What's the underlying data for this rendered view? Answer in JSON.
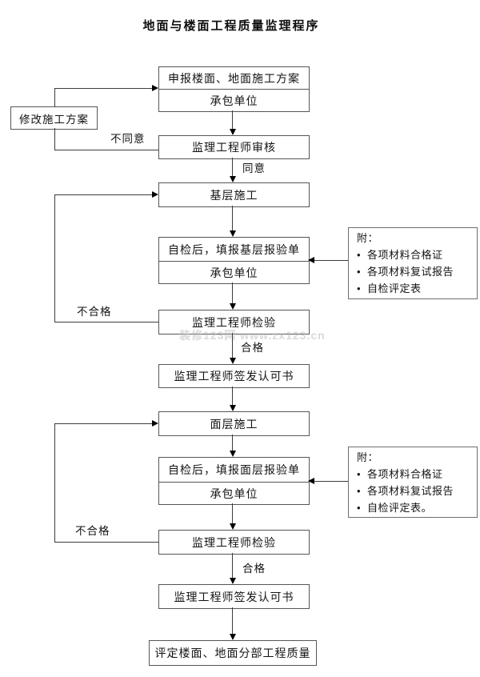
{
  "page": {
    "title": "地面与楼面工程质量监理程序",
    "watermark": "装修123网 www.zx123.cn"
  },
  "flowchart": {
    "boxes": {
      "declare": {
        "line1": "申报楼面、地面施工方案",
        "line2": "承包单位"
      },
      "revise": {
        "label": "修改施工方案"
      },
      "review": {
        "label": "监理工程师审核"
      },
      "base_construction": {
        "label": "基层施工"
      },
      "selfcheck_base": {
        "line1": "自检后，填报基层报验单",
        "line2": "承包单位"
      },
      "inspect_base": {
        "label": "监理工程师检验"
      },
      "issue_base": {
        "label": "监理工程师签发认可书"
      },
      "surface_construction": {
        "label": "面层施工"
      },
      "selfcheck_surface": {
        "line1": "自检后，填报面层报验单",
        "line2": "承包单位"
      },
      "inspect_surface": {
        "label": "监理工程师检验"
      },
      "issue_surface": {
        "label": "监理工程师签发认可书"
      },
      "evaluate": {
        "label": "评定楼面、地面分部工程质量"
      }
    },
    "attachments": {
      "bullet": "•",
      "base": {
        "title": "附：",
        "items": [
          "各项材料合格证",
          "各项材料复试报告",
          "自检评定表"
        ]
      },
      "surface": {
        "title": "附：",
        "items": [
          "各项材料合格证",
          "各项材料复试报告",
          "自检评定表。"
        ]
      }
    },
    "labels": {
      "disagree": "不同意",
      "agree": "同意",
      "fail": "不合格",
      "pass": "合格"
    },
    "colors": {
      "background": "#ffffff",
      "box_border": "#565656",
      "line": "#3c3c3c",
      "text": "#141414",
      "watermark": "#bebebe"
    }
  }
}
